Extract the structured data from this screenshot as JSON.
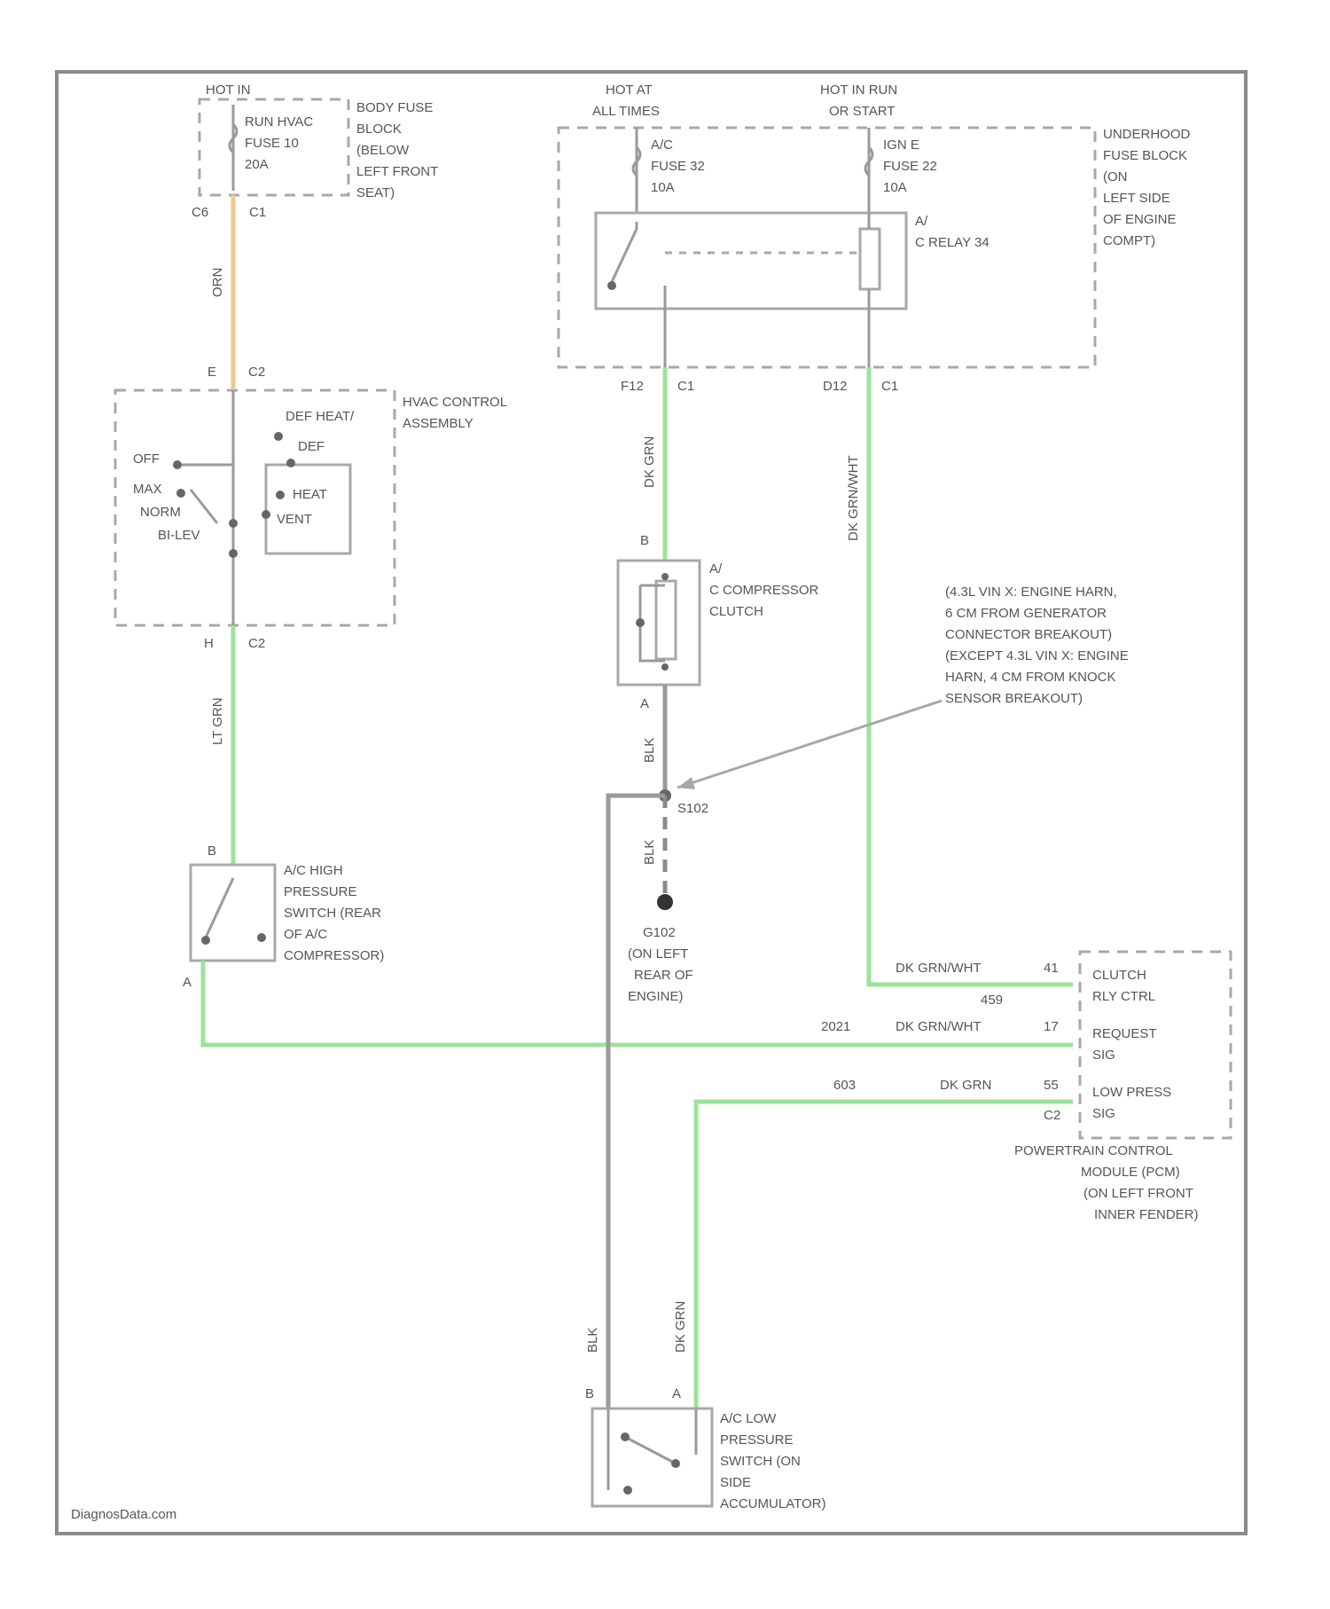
{
  "watermark": "DiagnosData.com",
  "power": {
    "hot_run": "HOT IN",
    "hot_all_times": [
      "HOT AT",
      "ALL TIMES"
    ],
    "hot_run_start": [
      "HOT IN RUN",
      "OR START"
    ]
  },
  "body_fuse_block": {
    "fuse": [
      "RUN HVAC",
      "FUSE 10",
      "20A"
    ],
    "name": [
      "BODY FUSE",
      "BLOCK",
      "(BELOW",
      "LEFT FRONT",
      "SEAT)"
    ],
    "conn_left": "C6",
    "conn_right": "C1"
  },
  "underhood_fuse_block": {
    "fuse_left": [
      "A/C",
      "FUSE 32",
      "10A"
    ],
    "fuse_right": [
      "IGN E",
      "FUSE 22",
      "10A"
    ],
    "relay": [
      "A/",
      "C RELAY 34"
    ],
    "name": [
      "UNDERHOOD",
      "FUSE BLOCK",
      "(ON",
      "LEFT SIDE",
      "OF ENGINE",
      "COMPT)"
    ],
    "conn_left_pin": "F12",
    "conn_left": "C1",
    "conn_right_pin": "D12",
    "conn_right": "C1"
  },
  "hvac": {
    "name": [
      "HVAC CONTROL",
      "ASSEMBLY"
    ],
    "pin_top": "E",
    "conn_top": "C2",
    "pin_bottom": "H",
    "conn_bottom": "C2",
    "modes_right": [
      "DEF HEAT/",
      "DEF",
      "HEAT",
      "VENT"
    ],
    "modes_left": [
      "OFF",
      "MAX",
      "NORM",
      "BI-LEV"
    ]
  },
  "compressor": {
    "name": [
      "A/",
      "C COMPRESSOR",
      "CLUTCH"
    ],
    "pin_top": "B",
    "pin_bottom": "A"
  },
  "splice": {
    "note": [
      "(4.3L VIN X: ENGINE HARN,",
      "6 CM FROM GENERATOR",
      "CONNECTOR BREAKOUT)",
      "(EXCEPT 4.3L VIN X: ENGINE",
      "HARN, 4 CM FROM KNOCK",
      "SENSOR BREAKOUT)"
    ],
    "id": "S102"
  },
  "ground": {
    "id": "G102",
    "location": [
      "(ON LEFT",
      "REAR OF",
      "ENGINE)"
    ]
  },
  "high_pressure_switch": {
    "name": [
      "A/C HIGH",
      "PRESSURE",
      "SWITCH (REAR",
      "OF A/C",
      "COMPRESSOR)"
    ],
    "pin_top": "B",
    "pin_bottom": "A"
  },
  "pcm": {
    "name": [
      "POWERTRAIN CONTROL",
      "MODULE (PCM)",
      "(ON LEFT FRONT",
      "INNER FENDER)"
    ],
    "rows": [
      {
        "circuit": "",
        "color": "DK GRN/WHT",
        "pin": "41",
        "desc": [
          "CLUTCH",
          "RLY CTRL"
        ]
      },
      {
        "circuit": "459",
        "color": "",
        "pin": "",
        "desc": []
      },
      {
        "circuit": "2021",
        "color": "DK GRN/WHT",
        "pin": "17",
        "desc": [
          "REQUEST",
          "SIG"
        ]
      },
      {
        "circuit": "603",
        "color": "DK GRN",
        "pin": "55",
        "desc": [
          "LOW PRESS",
          "SIG"
        ]
      }
    ],
    "conn": "C2"
  },
  "low_pressure_switch": {
    "name": [
      "A/C LOW",
      "PRESSURE",
      "SWITCH (ON",
      "SIDE",
      "ACCUMULATOR)"
    ],
    "pin_left": "B",
    "pin_right": "A"
  },
  "wires": {
    "orange": "ORN",
    "green_hvac": "LT GRN",
    "green_comp": "DK GRN",
    "dkgrn_wht": "DK GRN/WHT",
    "blk_comp": "BLK",
    "blk_ground": "BLK",
    "blk_low": "BLK",
    "green_low": "DK GRN"
  },
  "colors": {
    "green": "#9be39b",
    "gray": "#9a9a9a",
    "orange": "#f0c98c"
  }
}
